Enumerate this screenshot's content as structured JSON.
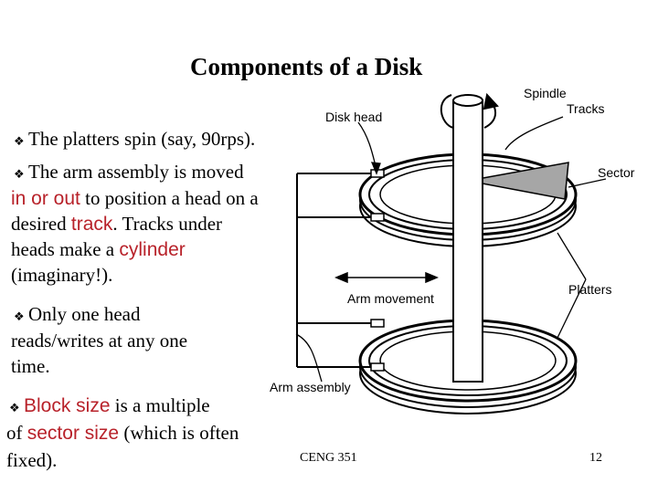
{
  "slide": {
    "title": "Components of a Disk",
    "bullets": {
      "b1": {
        "text": "The platters spin (say, 90rps)."
      },
      "b2": {
        "l1": "The arm assembly is moved",
        "l2_red": "in or out",
        "l2_rest": " to position  a head on a",
        "l3_pre": "desired ",
        "l3_red": "track",
        "l3_post": ". Tracks under",
        "l4_pre": "heads  make    a ",
        "l4_red": "cylinder",
        "l5": "(imaginary!)."
      },
      "b3": {
        "l1": "Only one head",
        "l2": "reads/writes at any one",
        "l3": "time."
      },
      "b4": {
        "l1_red": "Block size",
        "l1_rest": " is a multiple",
        "l2_pre": "of ",
        "l2_red": "sector size",
        "l2_rest": " (which is often",
        "l3": "fixed)."
      }
    },
    "bullet_glyph": "❖"
  },
  "diagram": {
    "labels": {
      "spindle": "Spindle",
      "tracks": "Tracks",
      "disk_head": "Disk head",
      "sector": "Sector",
      "platters": "Platters",
      "arm_movement": "Arm movement",
      "arm_assembly": "Arm assembly"
    },
    "colors": {
      "sector_fill": "#a6a6a6",
      "ink": "#000000",
      "accent_text": "#b8222a"
    }
  },
  "footer": {
    "course": "CENG 351",
    "page_number": "12"
  }
}
